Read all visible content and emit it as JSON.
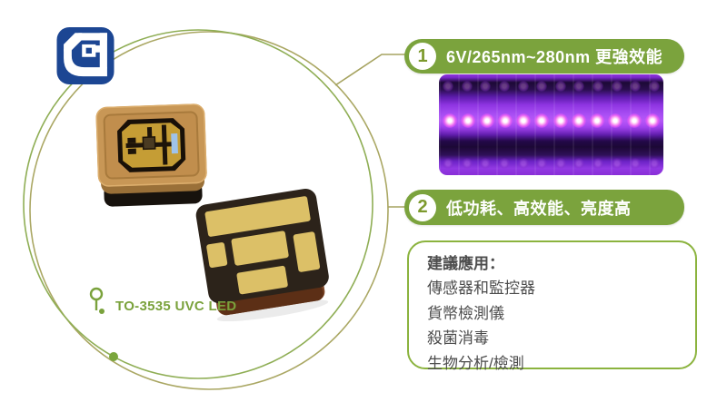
{
  "logo": {
    "name": "company-logo"
  },
  "product": {
    "label": "TO-3535 UVC LED"
  },
  "features": [
    {
      "number": "1",
      "label": "6V/265nm~280nm 更強效能"
    },
    {
      "number": "2",
      "label": "低功耗、高效能、亮度高"
    }
  ],
  "applications": {
    "title": "建議應用：",
    "items": [
      "傳感器和監控器",
      "貨幣檢測儀",
      "殺菌消毒",
      "生物分析/檢測"
    ]
  },
  "uv_strip": {
    "dot_count": 12
  },
  "colors": {
    "pill_green": "#7BA33D",
    "number_green": "#7D9A2D",
    "outline_olive": "#AAA763",
    "outline_green": "#8FAE55",
    "box_border_green": "#8BB33E",
    "label_green": "#7AA23C",
    "logo_navy": "#1C4693",
    "body_text": "#4D4D4D",
    "uv_purple": "#8C33E0"
  }
}
